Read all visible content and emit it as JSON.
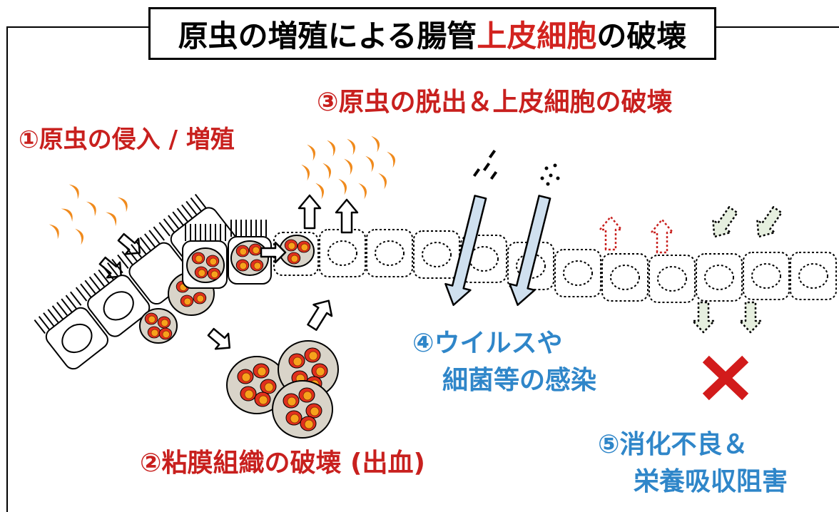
{
  "title": {
    "prefix": "原虫の増殖による腸管",
    "highlight": "上皮細胞",
    "suffix": "の破壊"
  },
  "steps": [
    {
      "text": "①原虫の侵入 / 増殖"
    },
    {
      "text": "②粘膜組織の破壊 (出血)"
    },
    {
      "text": "③原虫の脱出＆上皮細胞の破壊"
    },
    {
      "lines": [
        "④ウイルスや",
        "細菌等の感染"
      ]
    },
    {
      "lines": [
        "⑤消化不良＆",
        "栄養吸収阻害"
      ]
    }
  ],
  "colors": {
    "red_text": "#c8201e",
    "blue_text": "#2f86c9",
    "parasite_orange": "#f08a1c",
    "infected_cell_fill": "#d9d4c9",
    "parasite_red": "#e0301e",
    "cross": "#d21b1b",
    "down_arrow_fill": "#cfe0ef"
  },
  "icons": [
    "block-arrow-icon",
    "cross-icon",
    "parasite-icon",
    "cell-icon"
  ]
}
